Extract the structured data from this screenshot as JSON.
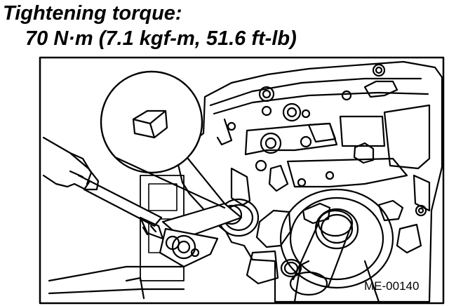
{
  "heading": {
    "label": "Tightening torque:",
    "value": "70 N·m (7.1 kgf-m, 51.6 ft-lb)"
  },
  "figure": {
    "code": "ME-00140"
  }
}
